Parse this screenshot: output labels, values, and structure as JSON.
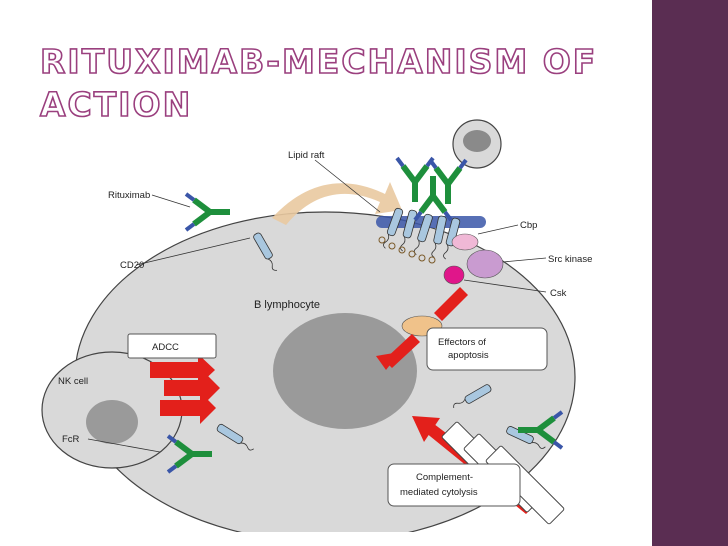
{
  "slide": {
    "title": "Rituximab-Mechanism of Action"
  },
  "diagram": {
    "labels": {
      "rituximab": "Rituximab",
      "cd20": "CD20",
      "lipid_raft": "Lipid raft",
      "cbp": "Cbp",
      "src_kinase": "Src kinase",
      "csk": "Csk",
      "b_lymphocyte": "B lymphocyte",
      "adcc": "ADCC",
      "nk_cell": "NK cell",
      "fcr": "FcR",
      "effectors_line1": "Effectors of",
      "effectors_line2": "apoptosis",
      "complement_line1": "Complement-",
      "complement_line2": "mediated cytolysis"
    }
  },
  "colors": {
    "sidebar": "#5a2d52",
    "title_outline": "#9a3f7e",
    "cell_fill": "#d9d9d9",
    "nucleus_fill": "#9a9a9a",
    "antibody_green": "#1e8f3c",
    "receptor_blue": "#a9c7df",
    "arrow_red": "#e3201b",
    "kinase_purple": "#c99bd0",
    "csk_pink": "#e0168a",
    "curved_arrow": "#e9c9a0"
  }
}
